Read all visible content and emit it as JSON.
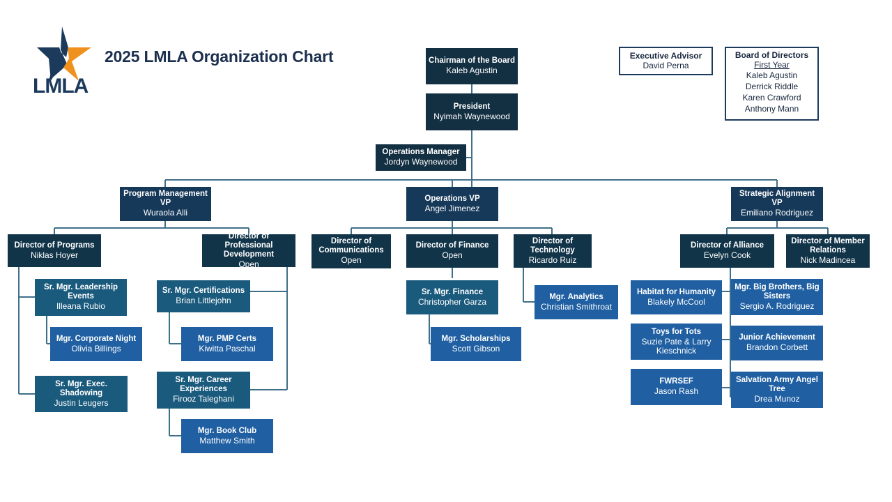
{
  "header": {
    "title": "2025 LMLA Organization Chart",
    "logo_text": "LMLA",
    "logo_name": "lmla-star-logo",
    "brand_navy": "#1b3a5c",
    "brand_orange": "#f0901e"
  },
  "palette": {
    "exec": "#132f42",
    "vp": "#16395a",
    "director": "#113449",
    "senior_manager": "#1a5a7d",
    "manager": "#1f5fa2",
    "connector": "#3f7089",
    "outline_border": "#1b3a5c",
    "text_on_dark": "#ffffff",
    "text_on_light": "#17263c"
  },
  "chart_data": {
    "type": "diagram",
    "title": "2025 LMLA Organization Chart",
    "nodes": [
      {
        "id": "chairman",
        "title": "Chairman of the Board",
        "name": "Kaleb Agustin",
        "level": "exec"
      },
      {
        "id": "president",
        "title": "President",
        "name": "Nyimah Waynewood",
        "level": "exec"
      },
      {
        "id": "ops-manager",
        "title": "Operations Manager",
        "name": "Jordyn Waynewood",
        "level": "exec"
      },
      {
        "id": "pm-vp",
        "title": "Program Management VP",
        "name": "Wuraola Alli",
        "level": "vp"
      },
      {
        "id": "ops-vp",
        "title": "Operations VP",
        "name": "Angel Jimenez",
        "level": "vp"
      },
      {
        "id": "sa-vp",
        "title": "Strategic Alignment VP",
        "name": "Emiliano Rodriguez",
        "level": "vp"
      },
      {
        "id": "dir-programs",
        "title": "Director of Programs",
        "name": "Niklas Hoyer",
        "level": "director"
      },
      {
        "id": "dir-profdev",
        "title": "Director of Professional Development",
        "name": "Open",
        "level": "director"
      },
      {
        "id": "dir-comms",
        "title": "Director of Communications",
        "name": "Open",
        "level": "director"
      },
      {
        "id": "dir-finance",
        "title": "Director of Finance",
        "name": "Open",
        "level": "director"
      },
      {
        "id": "dir-tech",
        "title": "Director of Technology",
        "name": "Ricardo Ruiz",
        "level": "director"
      },
      {
        "id": "dir-alliance",
        "title": "Director of Alliance",
        "name": "Evelyn Cook",
        "level": "director"
      },
      {
        "id": "dir-member",
        "title": "Director of Member Relations",
        "name": "Nick Madincea",
        "level": "director"
      },
      {
        "id": "smgr-leadership",
        "title": "Sr. Mgr. Leadership Events",
        "name": "Illeana Rubio",
        "level": "senior_manager"
      },
      {
        "id": "mgr-corpnight",
        "title": "Mgr. Corporate Night",
        "name": "Olivia Billings",
        "level": "manager"
      },
      {
        "id": "smgr-shadowing",
        "title": "Sr. Mgr. Exec. Shadowing",
        "name": "Justin Leugers",
        "level": "senior_manager"
      },
      {
        "id": "smgr-certs",
        "title": "Sr. Mgr. Certifications",
        "name": "Brian Littlejohn",
        "level": "senior_manager"
      },
      {
        "id": "mgr-pmp",
        "title": "Mgr. PMP Certs",
        "name": "Kiwitta Paschal",
        "level": "manager"
      },
      {
        "id": "smgr-career",
        "title": "Sr. Mgr. Career Experiences",
        "name": "Firooz Taleghani",
        "level": "senior_manager"
      },
      {
        "id": "mgr-bookclub",
        "title": "Mgr. Book Club",
        "name": "Matthew Smith",
        "level": "manager"
      },
      {
        "id": "smgr-finance",
        "title": "Sr. Mgr. Finance",
        "name": "Christopher Garza",
        "level": "senior_manager"
      },
      {
        "id": "mgr-scholarships",
        "title": "Mgr. Scholarships",
        "name": "Scott Gibson",
        "level": "manager"
      },
      {
        "id": "mgr-analytics",
        "title": "Mgr. Analytics",
        "name": "Christian Smithroat",
        "level": "manager"
      },
      {
        "id": "habitat",
        "title": "Habitat for Humanity",
        "name": "Blakely McCool",
        "level": "manager"
      },
      {
        "id": "toys",
        "title": "Toys for Tots",
        "name": "Suzie Pate & Larry Kieschnick",
        "level": "manager"
      },
      {
        "id": "fwrsef",
        "title": "FWRSEF",
        "name": "Jason Rash",
        "level": "manager"
      },
      {
        "id": "bigbrothers",
        "title": "Mgr. Big Brothers, Big Sisters",
        "name": "Sergio A. Rodriguez",
        "level": "manager"
      },
      {
        "id": "junior",
        "title": "Junior Achievement",
        "name": "Brandon Corbett",
        "level": "manager"
      },
      {
        "id": "salvation",
        "title": "Salvation Army Angel Tree",
        "name": "Drea Munoz",
        "level": "manager"
      }
    ],
    "edges": [
      [
        "chairman",
        "president"
      ],
      [
        "president",
        "ops-manager"
      ],
      [
        "president",
        "pm-vp"
      ],
      [
        "president",
        "ops-vp"
      ],
      [
        "president",
        "sa-vp"
      ],
      [
        "pm-vp",
        "dir-programs"
      ],
      [
        "pm-vp",
        "dir-profdev"
      ],
      [
        "ops-vp",
        "dir-comms"
      ],
      [
        "ops-vp",
        "dir-finance"
      ],
      [
        "ops-vp",
        "dir-tech"
      ],
      [
        "sa-vp",
        "dir-alliance"
      ],
      [
        "sa-vp",
        "dir-member"
      ],
      [
        "dir-programs",
        "smgr-leadership"
      ],
      [
        "dir-programs",
        "smgr-shadowing"
      ],
      [
        "smgr-leadership",
        "mgr-corpnight"
      ],
      [
        "dir-profdev",
        "smgr-certs"
      ],
      [
        "dir-profdev",
        "smgr-career"
      ],
      [
        "smgr-certs",
        "mgr-pmp"
      ],
      [
        "smgr-career",
        "mgr-bookclub"
      ],
      [
        "dir-finance",
        "smgr-finance"
      ],
      [
        "smgr-finance",
        "mgr-scholarships"
      ],
      [
        "dir-tech",
        "mgr-analytics"
      ],
      [
        "dir-alliance",
        "habitat"
      ],
      [
        "dir-alliance",
        "toys"
      ],
      [
        "dir-alliance",
        "fwrsef"
      ],
      [
        "dir-alliance",
        "bigbrothers"
      ],
      [
        "dir-alliance",
        "junior"
      ],
      [
        "dir-alliance",
        "salvation"
      ]
    ]
  },
  "side_panels": {
    "executive_advisor": {
      "title": "Executive Advisor",
      "name": "David Perna"
    },
    "board_of_directors": {
      "title": "Board of Directors",
      "subtitle": "First Year",
      "members": [
        "Kaleb Agustin",
        "Derrick Riddle",
        "Karen Crawford",
        "Anthony Mann"
      ]
    }
  }
}
